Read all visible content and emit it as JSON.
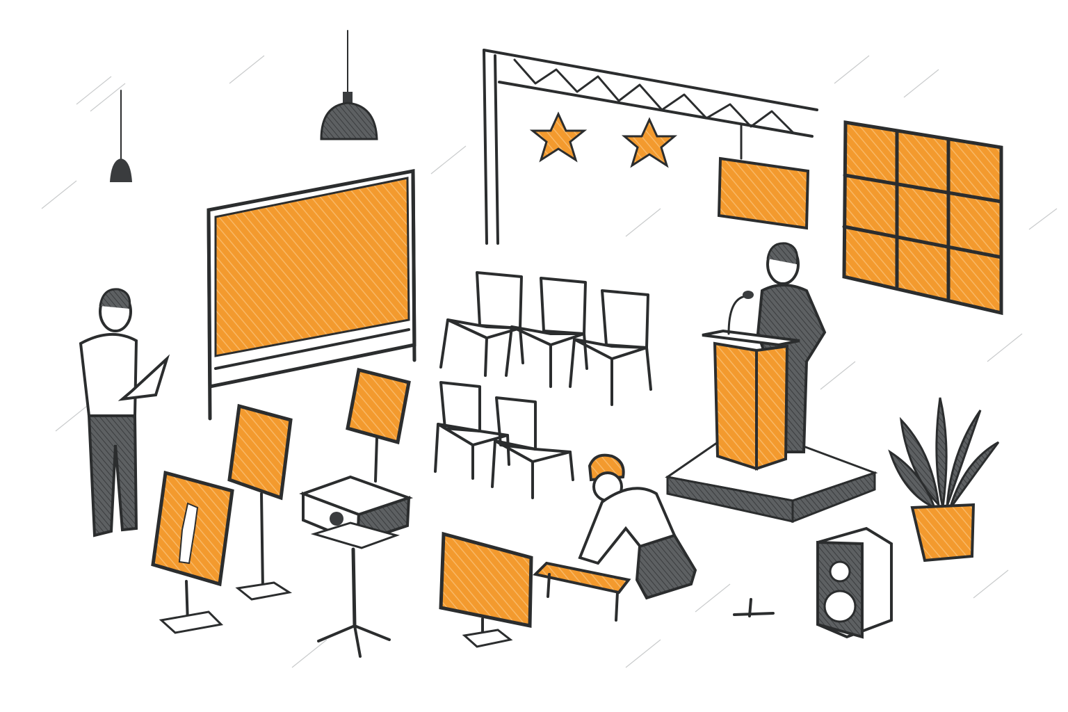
{
  "scene": {
    "palette": {
      "ink": "#2b2d2e",
      "accent": "#f39a2e",
      "paper": "#ffffff"
    },
    "objects": [
      "pendant-lamp",
      "truss",
      "star",
      "hanging-screen",
      "window-grid",
      "large-screen",
      "chair",
      "podium",
      "speaker",
      "stage",
      "plant",
      "projector",
      "easel-display",
      "monitor",
      "toolkit"
    ]
  }
}
